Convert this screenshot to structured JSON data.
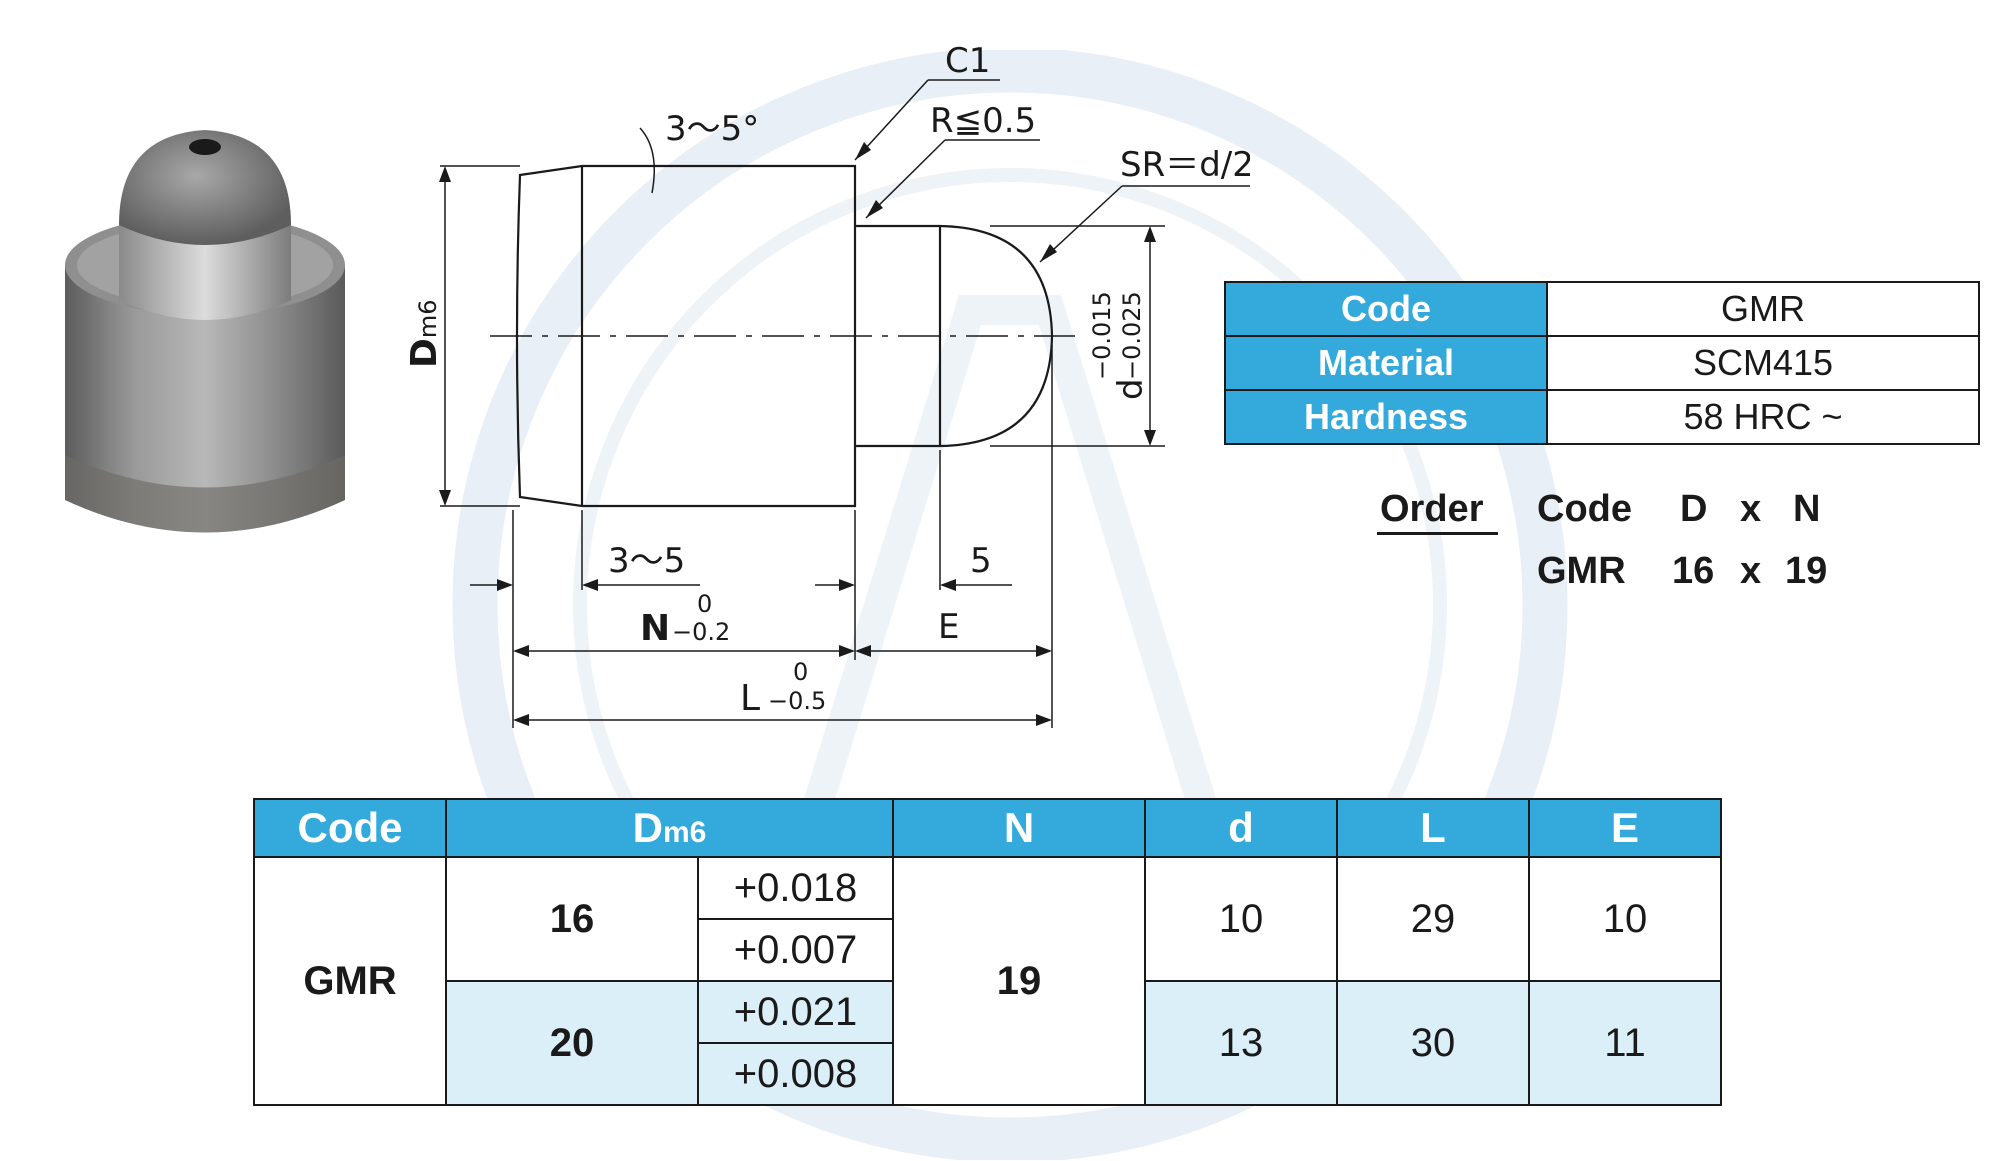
{
  "drawing": {
    "angle_label": "3～5°",
    "chamfer_label": "C1",
    "radius_label": "R≦0.5",
    "sphere_label": "SR＝d/2",
    "diameter_label": "D",
    "diameter_sub": "m6",
    "d_label": "d",
    "d_tol_upper": "−0.015",
    "d_tol_lower": "−0.025",
    "taper_len_label": "3～5",
    "e_offset_label": "5",
    "n_label": "N",
    "n_tol_upper": "0",
    "n_tol_lower": "−0.2",
    "e_label": "E",
    "l_label": "L",
    "l_tol_upper": "0",
    "l_tol_lower": "−0.5"
  },
  "spec_table": {
    "rows": [
      {
        "label": "Code",
        "value": "GMR"
      },
      {
        "label": "Material",
        "value": "SCM415"
      },
      {
        "label": "Hardness",
        "value": "58 HRC ~"
      }
    ]
  },
  "order": {
    "label": "Order",
    "header": {
      "code": "Code",
      "d": "D",
      "x": "x",
      "n": "N"
    },
    "example": {
      "code": "GMR",
      "d": "16",
      "x": "x",
      "n": "19"
    }
  },
  "dimension_table": {
    "headers": {
      "code": "Code",
      "dm6": "D",
      "dm6_sub": "m6",
      "n": "N",
      "d": "d",
      "l": "L",
      "e": "E"
    },
    "code": "GMR",
    "n": "19",
    "rows": [
      {
        "D": "16",
        "tol_upper": "+0.018",
        "tol_lower": "+0.007",
        "d": "10",
        "L": "29",
        "E": "10"
      },
      {
        "D": "20",
        "tol_upper": "+0.021",
        "tol_lower": "+0.008",
        "d": "13",
        "L": "30",
        "E": "11"
      }
    ]
  },
  "colors": {
    "header_blue": "#34a9db",
    "alt_row": "#dbeff8",
    "watermark": "#e6eef5"
  }
}
